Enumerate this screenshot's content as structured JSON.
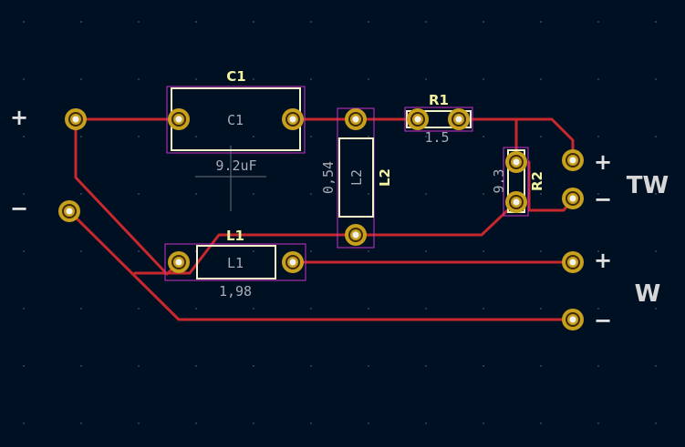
{
  "colors": {
    "background": "#001023",
    "track": "#c8282d",
    "pad": "#c8a01e",
    "silkscreen": "#f2f2c8",
    "courtyard": "#c832c8",
    "fab_text": "#a8aab4"
  },
  "input": {
    "plus_label": "+",
    "minus_label": "−"
  },
  "components": {
    "c1": {
      "ref": "C1",
      "body_label": "C1",
      "value": "9.2uF"
    },
    "l1": {
      "ref": "L1",
      "body_label": "L1",
      "value": "1,98"
    },
    "l2": {
      "ref": "L2",
      "body_label": "L2",
      "value": "0,54"
    },
    "r1": {
      "ref": "R1",
      "value": "1.5"
    },
    "r2": {
      "ref": "R2",
      "value": "9.3"
    }
  },
  "outputs": {
    "tweeter": {
      "label": "TW",
      "plus": "+",
      "minus": "−"
    },
    "woofer": {
      "label": "W",
      "plus": "+",
      "minus": "−"
    }
  }
}
